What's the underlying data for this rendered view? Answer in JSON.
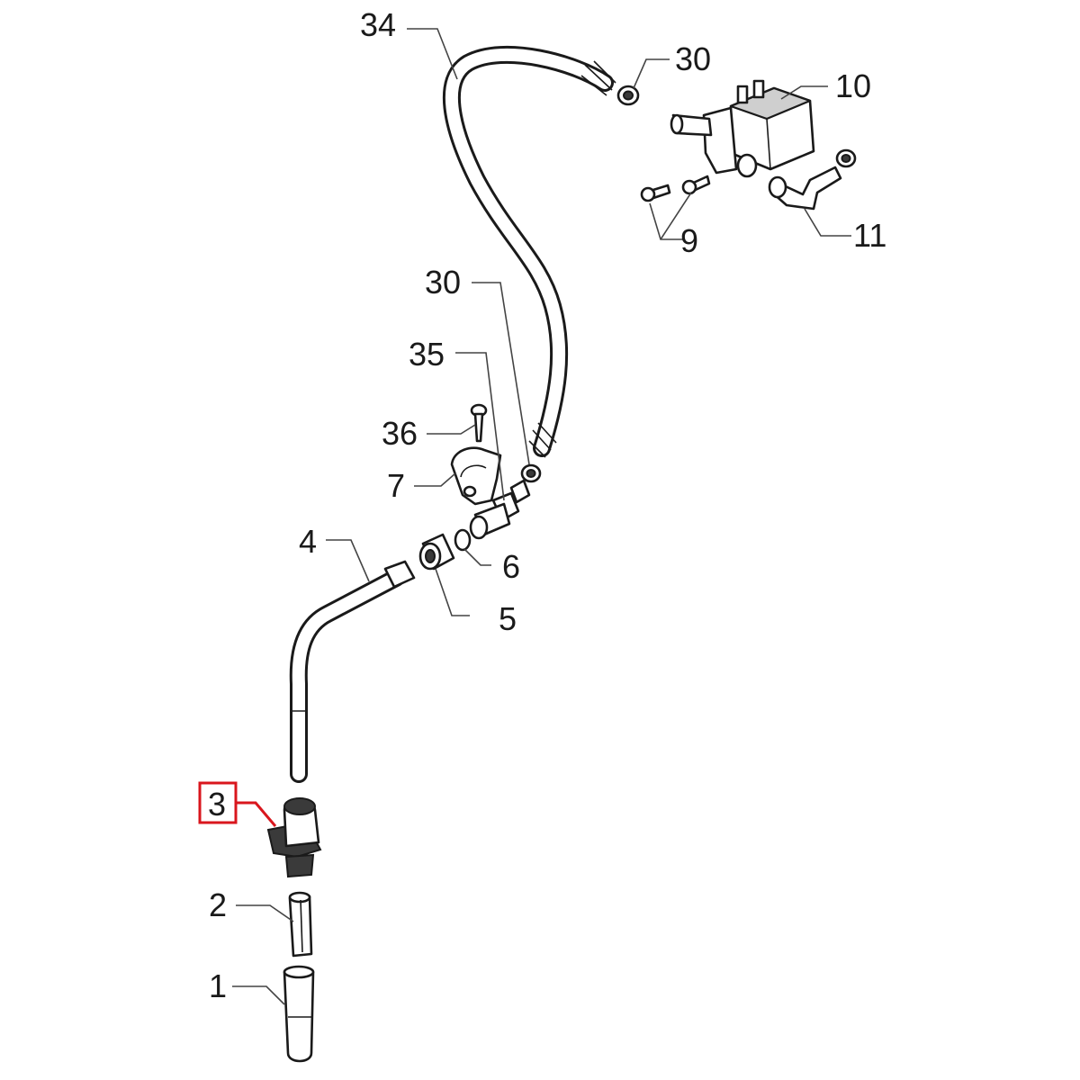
{
  "colors": {
    "highlight": "#d9161d",
    "line": "#1a1a1a",
    "leader": "#444444"
  },
  "callouts": [
    {
      "id": "34",
      "label": "34"
    },
    {
      "id": "30a",
      "label": "30"
    },
    {
      "id": "10",
      "label": "10"
    },
    {
      "id": "9",
      "label": "9"
    },
    {
      "id": "11",
      "label": "11"
    },
    {
      "id": "30b",
      "label": "30"
    },
    {
      "id": "35",
      "label": "35"
    },
    {
      "id": "36",
      "label": "36"
    },
    {
      "id": "7",
      "label": "7"
    },
    {
      "id": "4",
      "label": "4"
    },
    {
      "id": "6",
      "label": "6"
    },
    {
      "id": "5",
      "label": "5"
    },
    {
      "id": "3",
      "label": "3",
      "highlighted": true
    },
    {
      "id": "2",
      "label": "2"
    },
    {
      "id": "1",
      "label": "1"
    }
  ]
}
